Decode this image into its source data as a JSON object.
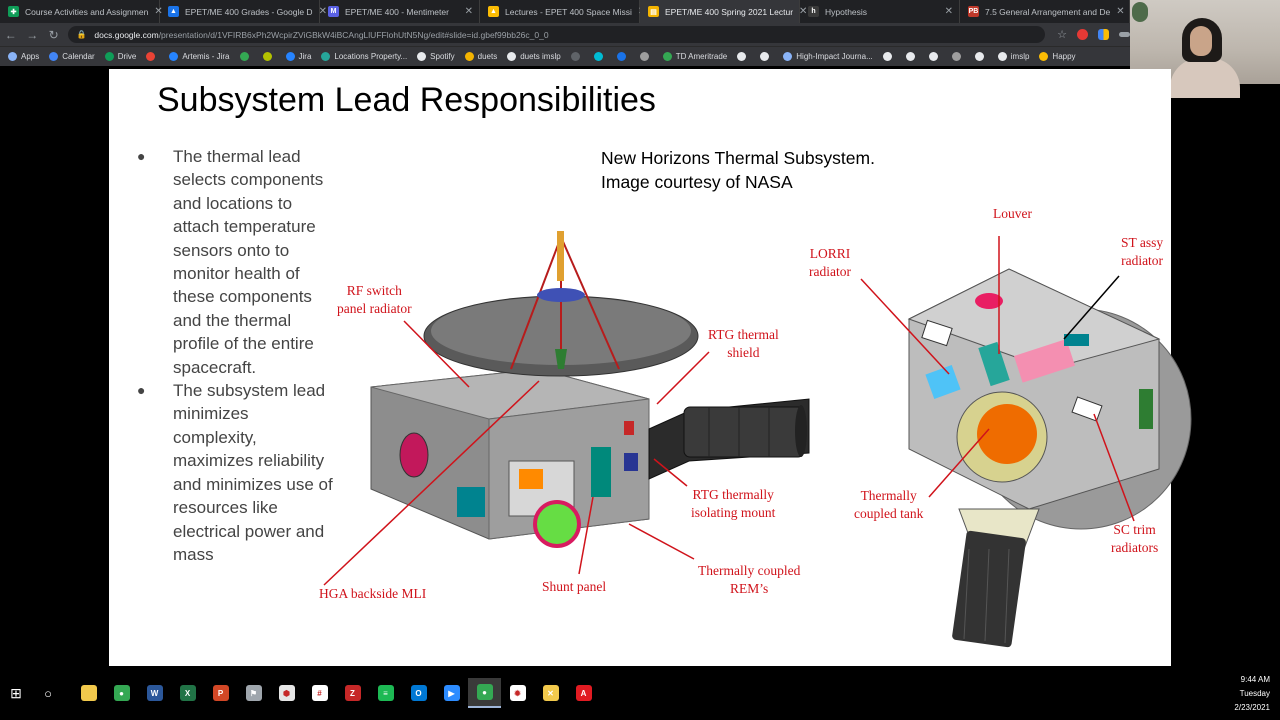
{
  "browser": {
    "tabs": [
      {
        "title": "Course Activities and Assignmen",
        "fav_color": "#0f9d58",
        "fav_glyph": "✚",
        "active": false
      },
      {
        "title": "EPET/ME 400 Grades - Google D",
        "fav_color": "#1a73e8",
        "fav_glyph": "▲",
        "active": false
      },
      {
        "title": "EPET/ME 400 - Mentimeter",
        "fav_color": "#5a61e4",
        "fav_glyph": "M",
        "active": false
      },
      {
        "title": "Lectures - EPET 400 Space Missi",
        "fav_color": "#fbbc04",
        "fav_glyph": "▲",
        "active": false
      },
      {
        "title": "EPET/ME 400 Spring 2021 Lectur",
        "fav_color": "#f4b400",
        "fav_glyph": "▤",
        "active": true
      },
      {
        "title": "Hypothesis",
        "fav_color": "#3a3a3a",
        "fav_glyph": "h",
        "active": false
      },
      {
        "title": "7.5 General Arrangement and De",
        "fav_color": "#c0392b",
        "fav_glyph": "PB",
        "active": false
      }
    ],
    "url_host": "docs.google.com",
    "url_path": "/presentation/d/1VFIRB6xPh2WcpirZViGBkW4iBCAngLlUFFlohUtN5Ng/edit#slide=id.gbef99bb26c_0_0",
    "bookmarks": [
      {
        "label": "Apps",
        "color": "#8ab4f8"
      },
      {
        "label": "Calendar",
        "color": "#4285f4"
      },
      {
        "label": "Drive",
        "color": "#0f9d58"
      },
      {
        "label": "",
        "color": "#ea4335"
      },
      {
        "label": "Artemis - Jira",
        "color": "#2684ff"
      },
      {
        "label": "",
        "color": "#34a853"
      },
      {
        "label": "",
        "color": "#b3c200"
      },
      {
        "label": "Jira",
        "color": "#2684ff"
      },
      {
        "label": "Locations Property...",
        "color": "#26a69a"
      },
      {
        "label": "Spotify",
        "color": "#e8eaed"
      },
      {
        "label": "duets",
        "color": "#f4b400"
      },
      {
        "label": "duets imslp",
        "color": "#e8eaed"
      },
      {
        "label": "",
        "color": "#5f6368"
      },
      {
        "label": "",
        "color": "#00bcd4"
      },
      {
        "label": "",
        "color": "#1a73e8"
      },
      {
        "label": "",
        "color": "#9e9e9e"
      },
      {
        "label": "TD Ameritrade",
        "color": "#34a853"
      },
      {
        "label": "",
        "color": "#e8eaed"
      },
      {
        "label": "",
        "color": "#e8eaed"
      },
      {
        "label": "High-Impact Journa...",
        "color": "#8ab4f8"
      },
      {
        "label": "",
        "color": "#e8eaed"
      },
      {
        "label": "",
        "color": "#e8eaed"
      },
      {
        "label": "",
        "color": "#e8eaed"
      },
      {
        "label": "",
        "color": "#9e9e9e"
      },
      {
        "label": "",
        "color": "#e8eaed"
      },
      {
        "label": "imslp",
        "color": "#e8eaed"
      },
      {
        "label": "Happy",
        "color": "#fbbc04"
      }
    ]
  },
  "slide": {
    "title": "Subsystem Lead Responsibilities",
    "bullets": [
      "The thermal lead selects components and locations to attach temperature sensors onto to monitor health of these components and the thermal profile of the entire spacecraft.",
      "The subsystem lead minimizes complexity, maximizes reliability and minimizes use of resources like electrical power and mass"
    ],
    "caption_line1": "New Horizons Thermal Subsystem.",
    "caption_line2": "Image courtesy of NASA",
    "figure_labels": {
      "rf_switch": "RF switch",
      "rf_switch_2": "panel radiator",
      "rtg_shield": "RTG thermal",
      "rtg_shield_2": "shield",
      "rtg_mount": "RTG thermally",
      "rtg_mount_2": "isolating mount",
      "hga_mli": "HGA backside MLI",
      "shunt_panel": "Shunt panel",
      "rem": "Thermally coupled",
      "rem_2": "REM’s",
      "lorri": "LORRI",
      "lorri_2": "radiator",
      "louver": "Louver",
      "st_assy": "ST assy",
      "st_assy_2": "radiator",
      "tank": "Thermally",
      "tank_2": "coupled tank",
      "sc_trim": "SC trim",
      "sc_trim_2": "radiators"
    },
    "label_color": "#d0131b"
  },
  "taskbar": {
    "apps": [
      {
        "name": "file-explorer-icon",
        "color": "#f2c94c",
        "glyph": ""
      },
      {
        "name": "chrome-icon",
        "color": "#34a853",
        "glyph": "●"
      },
      {
        "name": "word-icon",
        "color": "#2b579a",
        "glyph": "W"
      },
      {
        "name": "excel-icon",
        "color": "#217346",
        "glyph": "X"
      },
      {
        "name": "powerpoint-icon",
        "color": "#d24726",
        "glyph": "P"
      },
      {
        "name": "app-icon",
        "color": "#9fa6ad",
        "glyph": "⚑"
      },
      {
        "name": "acrobat-icon",
        "color": "#e6e6e6",
        "glyph": "⬢"
      },
      {
        "name": "slack-icon",
        "color": "#ffffff",
        "glyph": "#"
      },
      {
        "name": "app-red-icon",
        "color": "#c62828",
        "glyph": "Z"
      },
      {
        "name": "spotify-icon",
        "color": "#1db954",
        "glyph": "≡"
      },
      {
        "name": "outlook-icon",
        "color": "#0078d4",
        "glyph": "O"
      },
      {
        "name": "zoom-icon",
        "color": "#2d8cff",
        "glyph": "▶"
      },
      {
        "name": "chrome-active-icon",
        "color": "#34a853",
        "glyph": "●"
      },
      {
        "name": "gear-app-icon",
        "color": "#ffffff",
        "glyph": "✹"
      },
      {
        "name": "tool-icon",
        "color": "#f2c94c",
        "glyph": "✕"
      },
      {
        "name": "acrobat-red-icon",
        "color": "#e11b22",
        "glyph": "A"
      }
    ],
    "clock_time": "9:44 AM",
    "clock_day": "Tuesday",
    "clock_date": "2/23/2021"
  }
}
